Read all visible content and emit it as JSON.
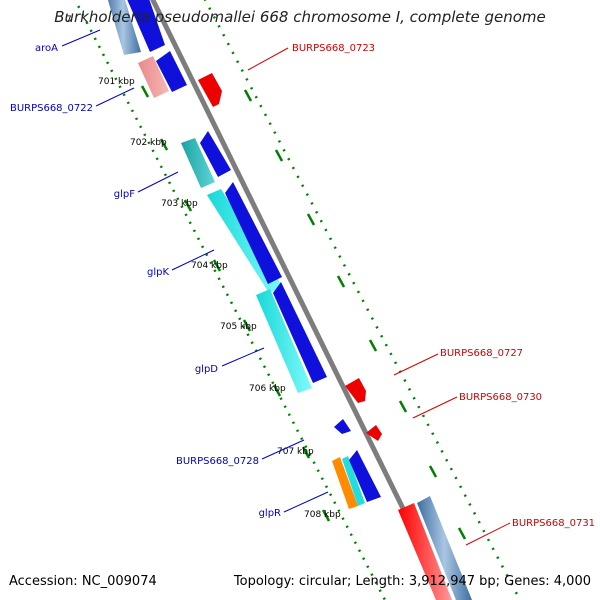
{
  "title": "Burkholderia pseudomallei 668 chromosome I, complete genome",
  "footer": {
    "accession": "Accession: NC_009074",
    "summary": "Topology: circular; Length: 3,912,947 bp; Genes: 4,000"
  },
  "colors": {
    "backbone": "#7d7d7d",
    "forward_label": "#0000c8",
    "reverse_label": "#d40000",
    "tick": "#008000"
  },
  "ticks": [
    {
      "label": "701 kbp"
    },
    {
      "label": "702 kbp"
    },
    {
      "label": "703 kbp"
    },
    {
      "label": "704 kbp"
    },
    {
      "label": "705 kbp"
    },
    {
      "label": "706 kbp"
    },
    {
      "label": "707 kbp"
    },
    {
      "label": "708 kbp"
    }
  ],
  "partial_tick_label": "7",
  "genes": [
    {
      "name": "aroA",
      "strand": "forward"
    },
    {
      "name": "BURPS668_0722",
      "strand": "forward"
    },
    {
      "name": "glpF",
      "strand": "forward"
    },
    {
      "name": "glpK",
      "strand": "forward"
    },
    {
      "name": "glpD",
      "strand": "forward"
    },
    {
      "name": "BURPS668_0728",
      "strand": "forward"
    },
    {
      "name": "glpR",
      "strand": "forward"
    },
    {
      "name": "BURPS668_0723",
      "strand": "reverse"
    },
    {
      "name": "BURPS668_0727",
      "strand": "reverse"
    },
    {
      "name": "BURPS668_0730",
      "strand": "reverse"
    },
    {
      "name": "BURPS668_0731",
      "strand": "reverse"
    }
  ]
}
